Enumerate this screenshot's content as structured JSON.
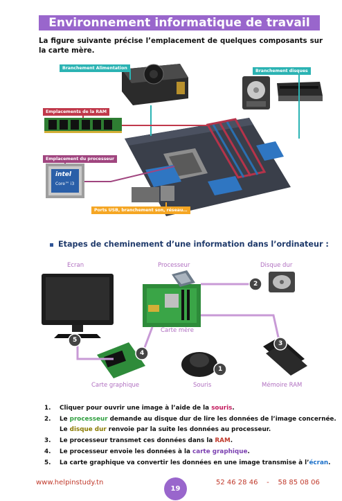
{
  "title": "Environnement informatique de travail",
  "intro": "La figure suivante précise l’emplacement de quelques composants sur la carte mère.",
  "labels": {
    "alimentation": "Branchement Alimentation",
    "disques": "Branchement disques",
    "ram": "Emplacements de la RAM",
    "processeur": "Emplacement du processeur",
    "ports": "Ports USB, branchement son, réseau…"
  },
  "cpu_chip": {
    "brand": "intel",
    "model": "Core™ i3"
  },
  "section_title": "Etapes de cheminement d’une information dans l’ordinateur :",
  "diagram": {
    "ecran": "Ecran",
    "processeur": "Processeur",
    "disque": "Disque dur",
    "carte_mere": "Carte mère",
    "carte_graphique": "Carte graphique",
    "souris": "Souris",
    "memoire": "Mémoire RAM",
    "badges": [
      "1",
      "2",
      "3",
      "4",
      "5"
    ]
  },
  "steps": [
    {
      "n": "1.",
      "parts": [
        "Cliquer pour ouvrir une image à l’aide de la ",
        "souris",
        "."
      ]
    },
    {
      "n": "2.",
      "parts": [
        "Le ",
        "processeur",
        " demande au disque dur de lire les données de l’image concernée."
      ]
    },
    {
      "n": "",
      "parts": [
        "Le ",
        "disque dur",
        " renvoie par la suite les données au processeur."
      ]
    },
    {
      "n": "3.",
      "parts": [
        "Le processeur transmet ces données dans la ",
        "RAM",
        "."
      ]
    },
    {
      "n": "4.",
      "parts": [
        "Le processeur envoie les données à la ",
        "carte graphique",
        "."
      ]
    },
    {
      "n": "5.",
      "parts": [
        "La carte graphique va convertir les données en une image transmise à l’",
        "écran",
        "."
      ]
    }
  ],
  "footer": {
    "website": "www.helpinstudy.tn",
    "page": "19",
    "phones": "52 46 28 46    -    58 85 08 06"
  },
  "colors": {
    "accent": "#9966cc",
    "teal": "#2bb3b3",
    "red": "#c0394b",
    "magenta": "#a0457f",
    "orange": "#f5a623"
  }
}
